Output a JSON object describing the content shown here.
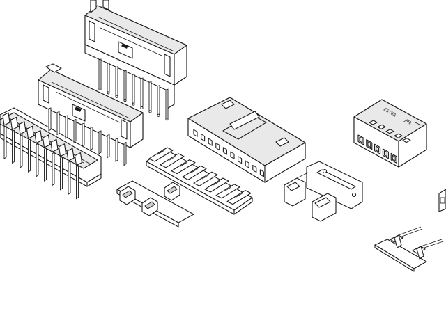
{
  "figure": {
    "background": "#ffffff",
    "line_color": "#1a1a1a"
  },
  "components": [
    {
      "name": "right-angle-header",
      "marking": ""
    },
    {
      "name": "vertical-shrouded-header-tall",
      "marking": ""
    },
    {
      "name": "vertical-shrouded-header-short",
      "marking": ""
    },
    {
      "name": "crimp-terminal-strip",
      "marking": ""
    },
    {
      "name": "multi-terminal-carrier-strip",
      "marking": ""
    },
    {
      "name": "receptacle-housing",
      "marking": ""
    },
    {
      "name": "contact-carrier-strip",
      "marking": ""
    },
    {
      "name": "housing-block",
      "marking_line1": "ZST0A",
      "marking_line2": "JME"
    },
    {
      "name": "small-contact-pair",
      "marking": ""
    }
  ]
}
